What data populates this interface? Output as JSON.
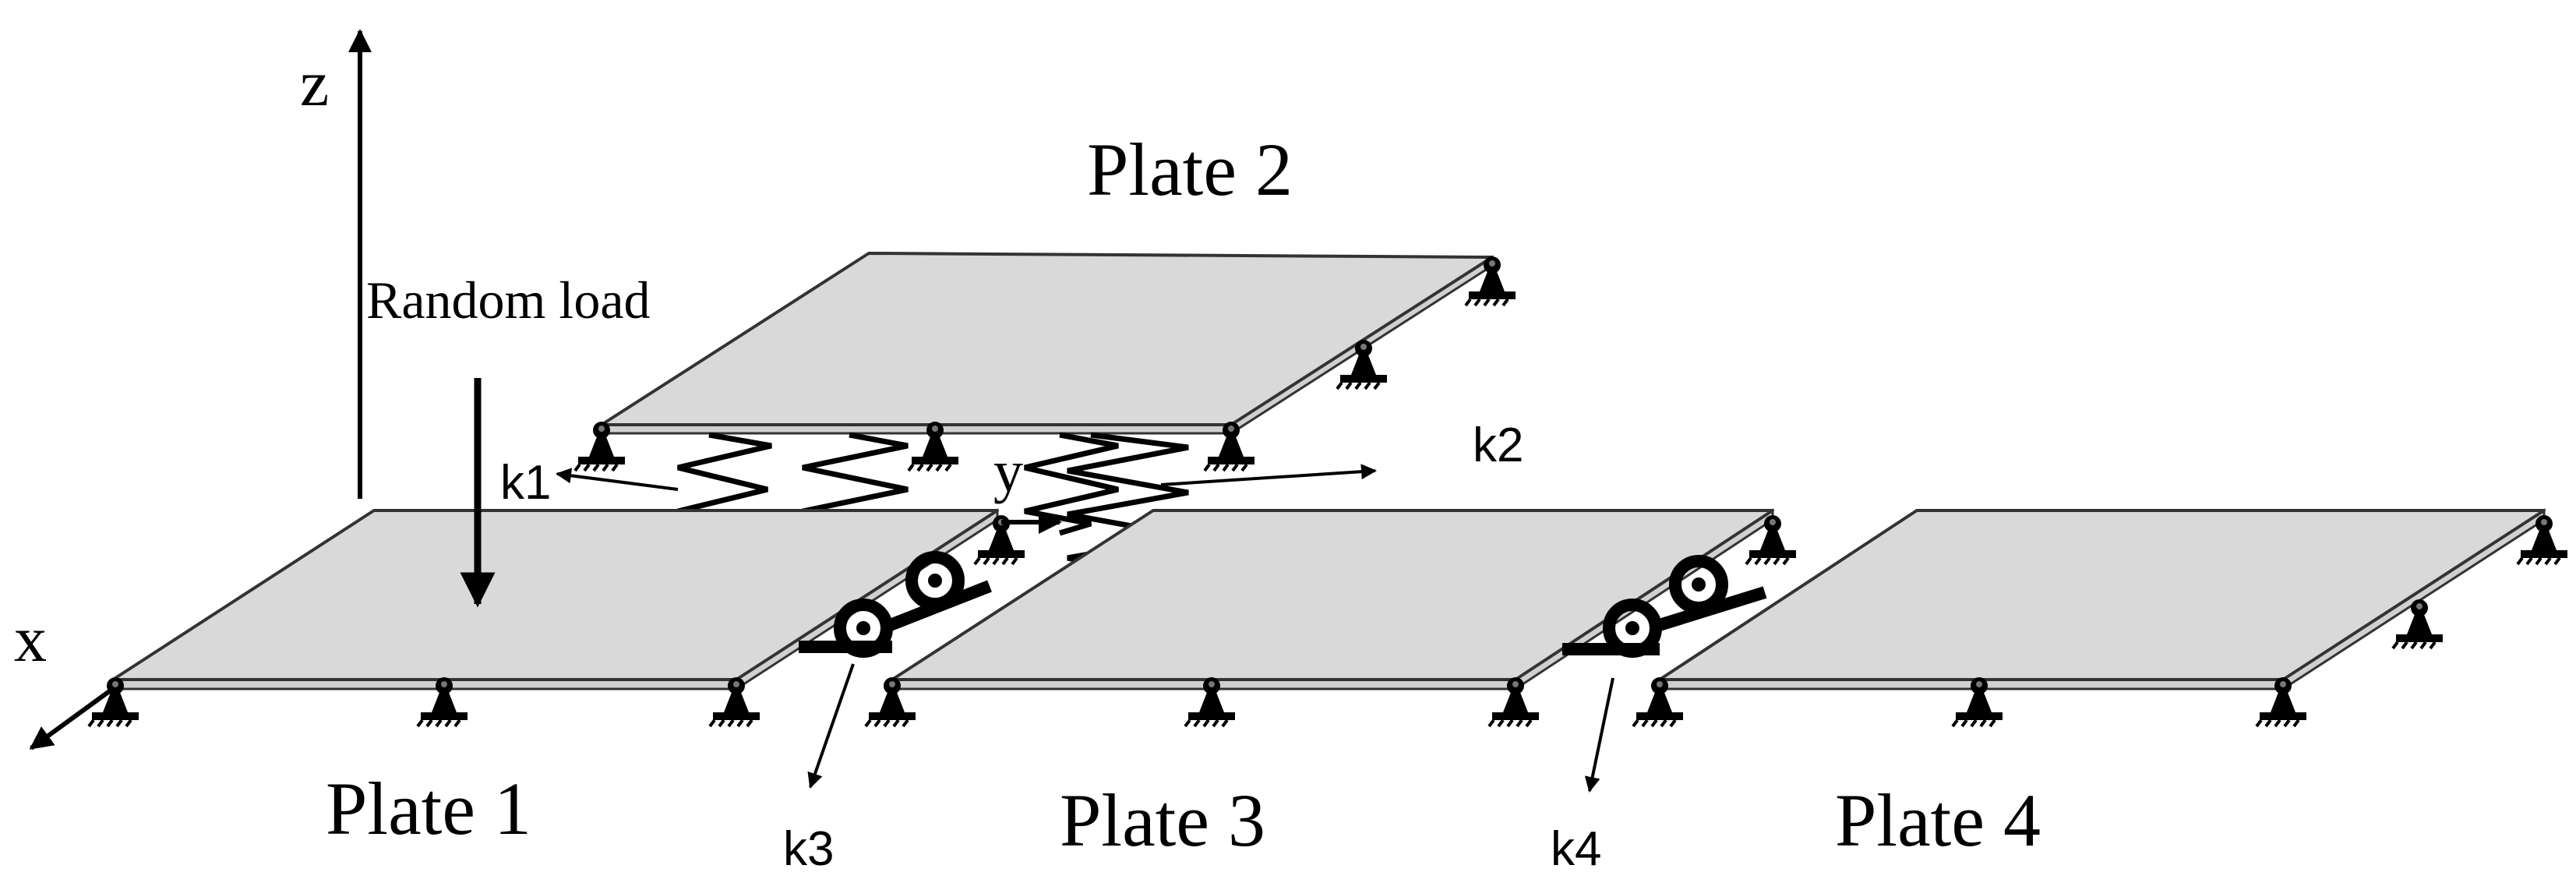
{
  "axes": {
    "z_label": "z",
    "y_label": "y",
    "x_label": "x"
  },
  "load": {
    "label": "Random load"
  },
  "plates": [
    {
      "label": "Plate 1"
    },
    {
      "label": "Plate 2"
    },
    {
      "label": "Plate 3"
    },
    {
      "label": "Plate 4"
    }
  ],
  "springs": {
    "k1": "k1",
    "k2": "k2",
    "k3": "k3",
    "k4": "k4"
  },
  "icons": {
    "support": "pin-support-icon",
    "spring": "linear-spring-icon",
    "rotational": "rotational-spring-icon"
  },
  "colors": {
    "plate_fill": "#d9d9d9",
    "line": "#000000"
  }
}
